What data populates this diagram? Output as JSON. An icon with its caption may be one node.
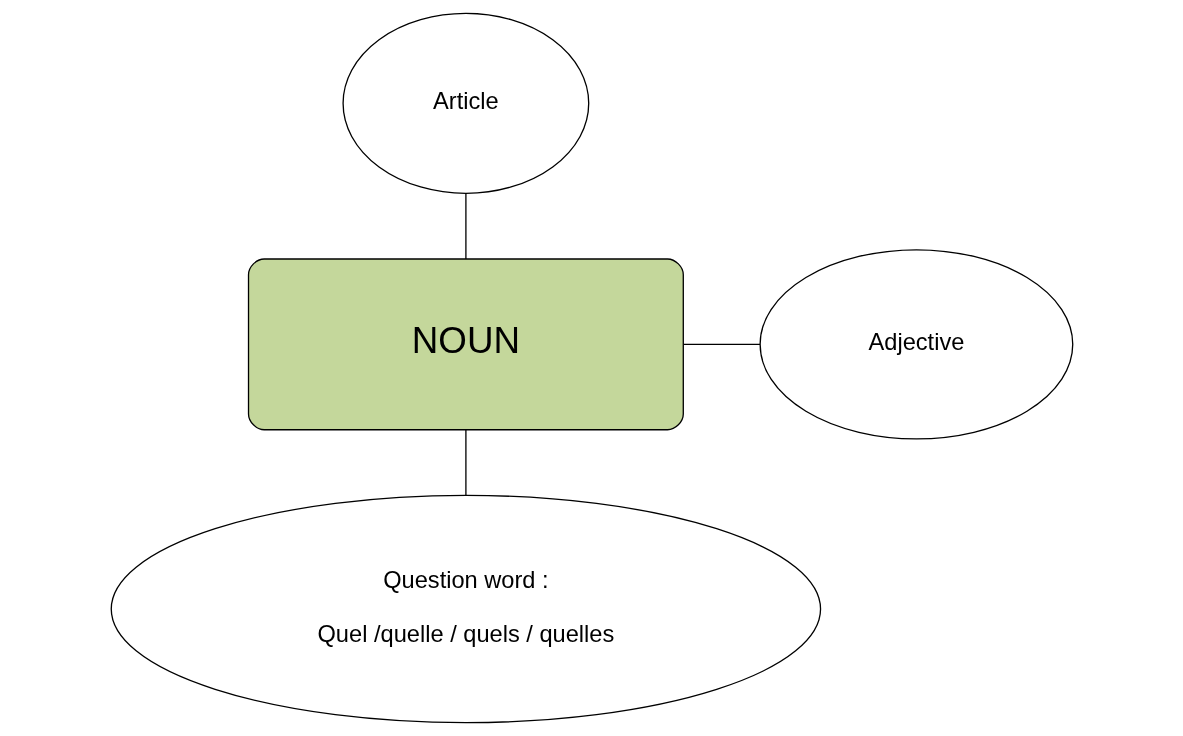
{
  "diagram": {
    "nodes": [
      {
        "text": [
          "Article"
        ]
      },
      {
        "text": [
          "Adjective"
        ]
      },
      {
        "text": [
          "NOUN"
        ]
      },
      {
        "text": [
          "Question word :",
          "Quel /quelle / quels / quelles"
        ]
      }
    ],
    "edges": [
      {
        "from": 0,
        "to": 2,
        "arrow": "none"
      },
      {
        "from": 2,
        "to": 1,
        "arrow": "none"
      },
      {
        "from": 2,
        "to": 3,
        "arrow": "none"
      }
    ]
  }
}
